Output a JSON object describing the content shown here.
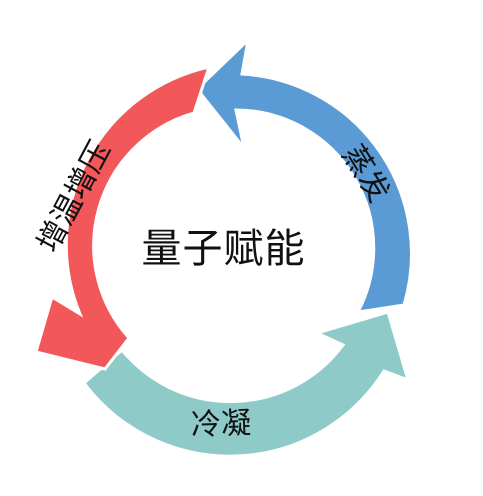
{
  "diagram": {
    "center_label": "量子赋能",
    "stages": [
      {
        "label": "蒸发",
        "color": "#5b9bd5"
      },
      {
        "label": "冷凝",
        "color": "#8ecbc8"
      },
      {
        "label": "增温增压",
        "color": "#f2575a"
      }
    ],
    "background": "#ffffff"
  }
}
